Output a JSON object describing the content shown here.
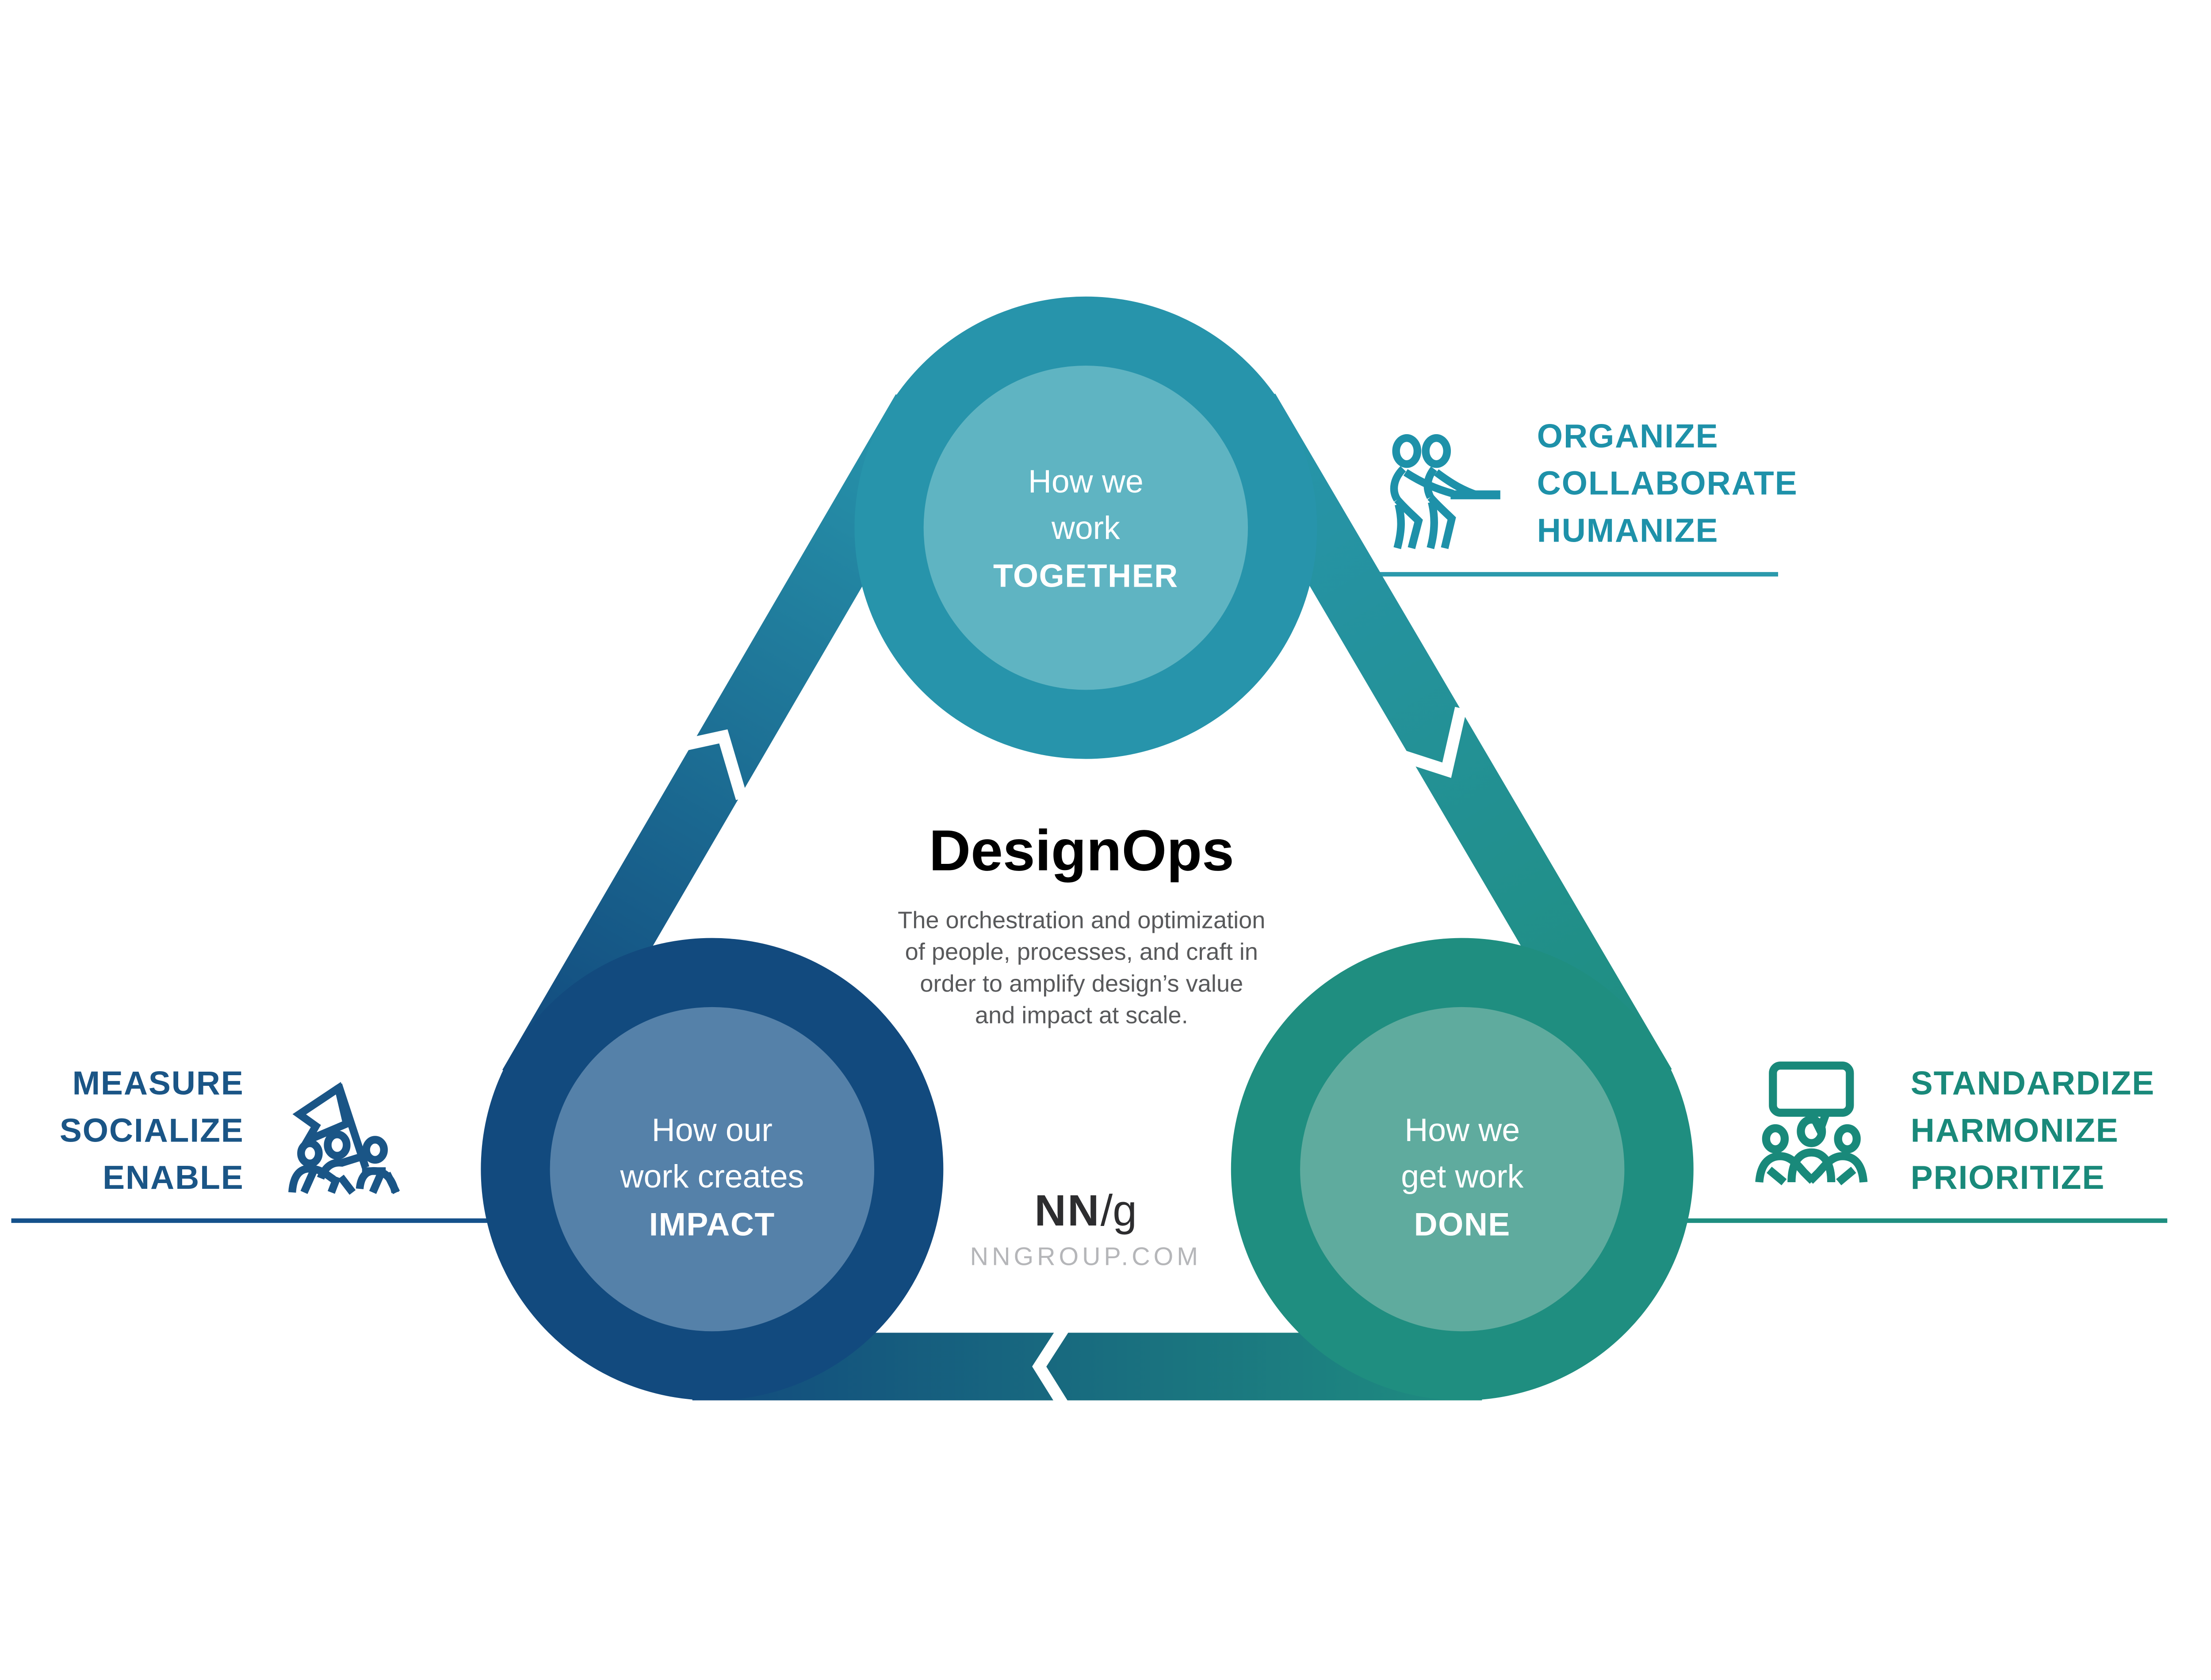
{
  "colors": {
    "teal": "#2794AB",
    "teal_inner": "#5FB4C2",
    "blue": "#124A7E",
    "blue_inner": "#5581A9",
    "green": "#1F8E80",
    "green_inner": "#5FAB9E",
    "label_teal": "#1E91A9",
    "label_blue": "#1A5586",
    "label_green": "#19897A",
    "line_teal": "#2B9AAC",
    "line_blue": "#15518B",
    "line_green": "#1E8E80",
    "title": "#000000",
    "desc": "#58595B",
    "logo": "#2D2D2F",
    "website": "#B5B6B9",
    "chevron": "#FFFFFF"
  },
  "center": {
    "title": "DesignOps",
    "description_lines": [
      "The orchestration and optimization",
      "of people, processes, and craft in",
      "order to amplify design’s value",
      "and impact at scale."
    ],
    "logo_nn": "NN",
    "logo_g": "/g",
    "website": "NNGROUP.COM"
  },
  "nodes": {
    "together": {
      "line1": "How we",
      "line2": "work",
      "line3": "TOGETHER"
    },
    "impact": {
      "line1": "How our",
      "line2": "work creates",
      "line3": "IMPACT"
    },
    "done": {
      "line1": "How we",
      "line2": "get work",
      "line3": "DONE"
    }
  },
  "callouts": {
    "together": {
      "icon": "tug-of-war-icon",
      "items": [
        "ORGANIZE",
        "COLLABORATE",
        "HUMANIZE"
      ]
    },
    "impact": {
      "icon": "flag-team-icon",
      "items": [
        "MEASURE",
        "SOCIALIZE",
        "ENABLE"
      ]
    },
    "done": {
      "icon": "meeting-discussion-icon",
      "items": [
        "STANDARDIZE",
        "HARMONIZE",
        "PRIORITIZE"
      ]
    }
  }
}
